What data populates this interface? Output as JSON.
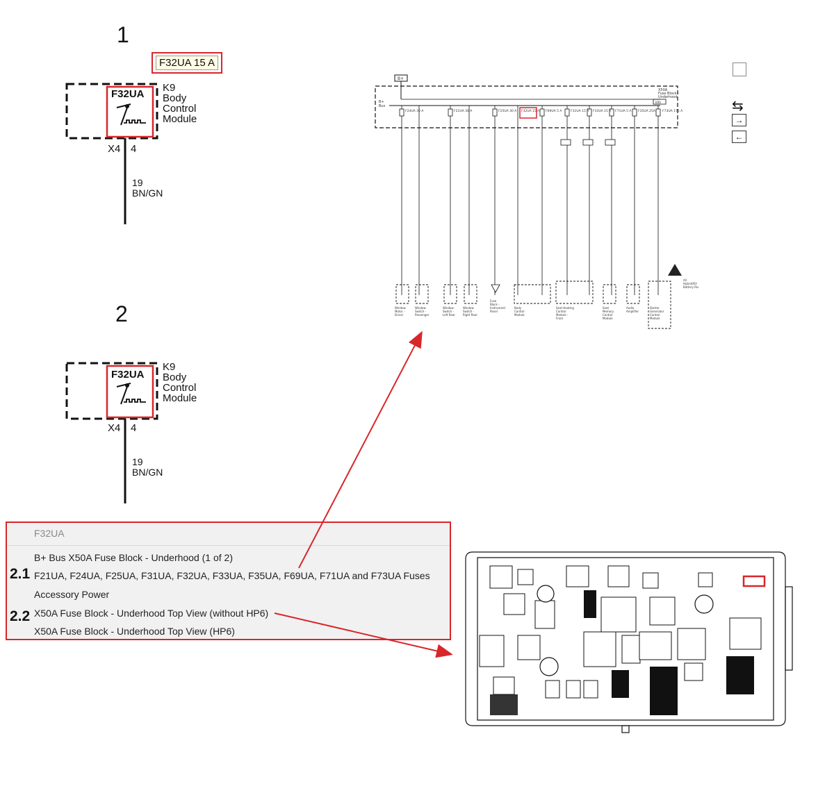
{
  "diagram1": {
    "number": "1",
    "fuse_tag": "F32UA 15 A",
    "fuse_name": "F32UA",
    "module_code": "K9",
    "module_lines": [
      "Body",
      "Control",
      "Module"
    ],
    "connector": "X4",
    "pin": "4",
    "circuit": "19",
    "wire_color": "BN/GN"
  },
  "diagram2": {
    "number": "2",
    "fuse_name": "F32UA",
    "module_code": "K9",
    "module_lines": [
      "Body",
      "Control",
      "Module"
    ],
    "connector": "X4",
    "pin": "4",
    "circuit": "19",
    "wire_color": "BN/GN"
  },
  "list": {
    "header": "F32UA",
    "items": [
      "B+ Bus X50A Fuse Block - Underhood (1 of 2)",
      "F21UA, F24UA, F25UA, F31UA, F32UA, F33UA, F35UA, F69UA, F71UA and F73UA Fuses",
      "Accessory Power",
      "X50A Fuse Block - Underhood Top View (without HP6)",
      "X50A Fuse Block - Underhood Top View (HP6)"
    ],
    "label_21": "2.1",
    "label_22": "2.2"
  },
  "schematic": {
    "bplus": "B+",
    "bus_label": "B+\nBus",
    "block_label": "X50A Fuse Block - Underhood",
    "fuses": [
      "F24UA 30 A",
      "F21UA 30 A",
      "F25UA 30 A",
      "F32UA 15 A",
      "F69UA 5 A",
      "F31UA 15 A",
      "F33UA 15 A",
      "F71UA 5 A",
      "F35UA 25A",
      "F73UA 175 A"
    ],
    "loads": [
      "S79D Window Motor - Driver",
      "S79P Window Switch - Passenger",
      "S79LR Window Switch - Left Rear",
      "S79RR Window Switch - Right Rear",
      "X50A Fuse Block - Instrument Panel",
      "K9 Body Control Module",
      "K29F Seat Heating Control Module - Front",
      "K40 Seat Memory Control Module",
      "T3 Audio Amplifier",
      "K65 Starter Generator Control Module"
    ],
    "warning": "All Hybrid/EV Battery Pack"
  },
  "colors": {
    "highlight": "#d8262a",
    "panel": "#f1f1f1"
  }
}
